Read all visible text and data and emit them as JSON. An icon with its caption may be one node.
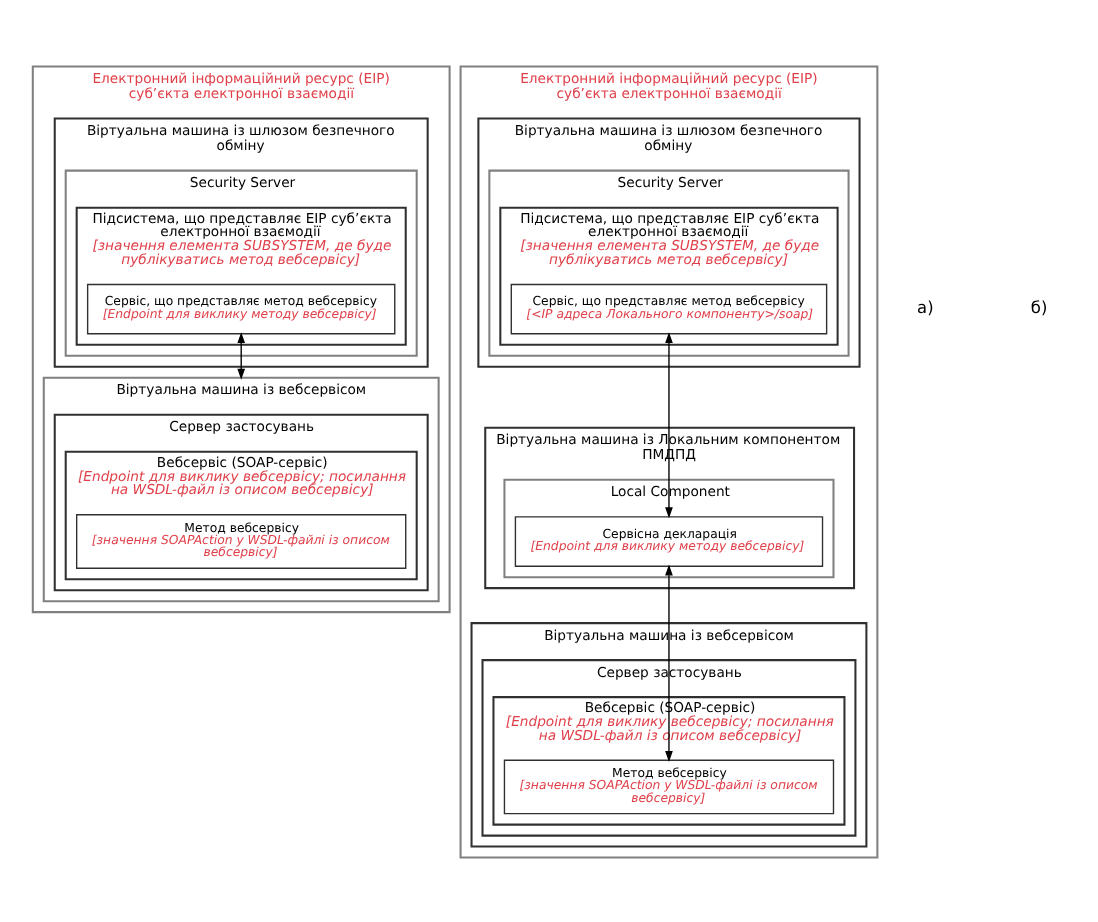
{
  "diagram": {
    "nodes": [
      {
        "text": [
          "Електронний інформаційний ресурс (ЕІР) суб’єкта електронної взаємодії"
        ]
      },
      {
        "text": [
          "Віртуальна машина із шлюзом безпечного обміну"
        ],
        "in": 0
      },
      {
        "text": [
          "Security Server"
        ],
        "in": 1
      },
      {
        "text": [
          "Підсистема, що представляє ЕІР суб’єкта електронної взаємодії",
          "[значення елемента SUBSYSTEM, де буде публікуватись метод вебсервісу]"
        ],
        "in": 2
      },
      {
        "text": [
          "Сервіс, що представляє метод вебсервісу",
          "[Endpoint для виклику методу вебсервісу]"
        ],
        "in": 3
      },
      {
        "text": [
          "Віртуальна машина із вебсервісом"
        ],
        "in": 0
      },
      {
        "text": [
          "Сервер застосувань"
        ],
        "in": 5
      },
      {
        "text": [
          "Вебсервіс (SOAP-сервіс)",
          "[Endpoint для виклику вебсервісу; посилання на WSDL-файл із описом вебсервісу]"
        ],
        "in": 6
      },
      {
        "text": [
          "Метод вебсервісу",
          "[значення SOAPAction у WSDL-файлі із описом вебсервісу]"
        ],
        "in": 7
      },
      {
        "text": [
          "Електронний інформаційний ресурс (ЕІР) суб’єкта електронної взаємодії"
        ]
      },
      {
        "text": [
          "Віртуальна машина із шлюзом безпечного обміну"
        ],
        "in": 9
      },
      {
        "text": [
          "Security Server"
        ],
        "in": 10
      },
      {
        "text": [
          "Підсистема, що представляє ЕІР суб’єкта електронної взаємодії",
          "[значення елемента SUBSYSTEM, де буде публікуватись метод вебсервісу]"
        ],
        "in": 11
      },
      {
        "text": [
          "Сервіс, що представляє метод вебсервісу",
          "[<IP адреса Локального компоненту>/soap]"
        ],
        "in": 12
      },
      {
        "text": [
          "Віртуальна машина із Локальним компонентом ПМДПД"
        ],
        "in": 9
      },
      {
        "text": [
          "Local Component"
        ],
        "in": 14
      },
      {
        "text": [
          "Сервісна декларація",
          "[Endpoint для виклику методу вебсервісу]"
        ],
        "in": 15
      },
      {
        "text": [
          "Віртуальна машина із вебсервісом"
        ],
        "in": 9
      },
      {
        "text": [
          "Сервер застосувань"
        ],
        "in": 17
      },
      {
        "text": [
          "Вебсервіс (SOAP-сервіс)",
          "[Endpoint для виклику вебсервісу; посилання на WSDL-файл із описом вебсервісу]"
        ],
        "in": 18
      },
      {
        "text": [
          "Метод вебсервісу",
          "[значення SOAPAction у WSDL-файлі із описом вебсервісу]"
        ],
        "in": 19
      }
    ],
    "edges": [
      {
        "from": 4,
        "to": 5,
        "arrow": "both"
      },
      {
        "from": 13,
        "to": 16,
        "arrow": "both"
      },
      {
        "from": 16,
        "to": 20,
        "arrow": "both"
      }
    ],
    "labels": [
      "а)",
      "б)"
    ]
  }
}
